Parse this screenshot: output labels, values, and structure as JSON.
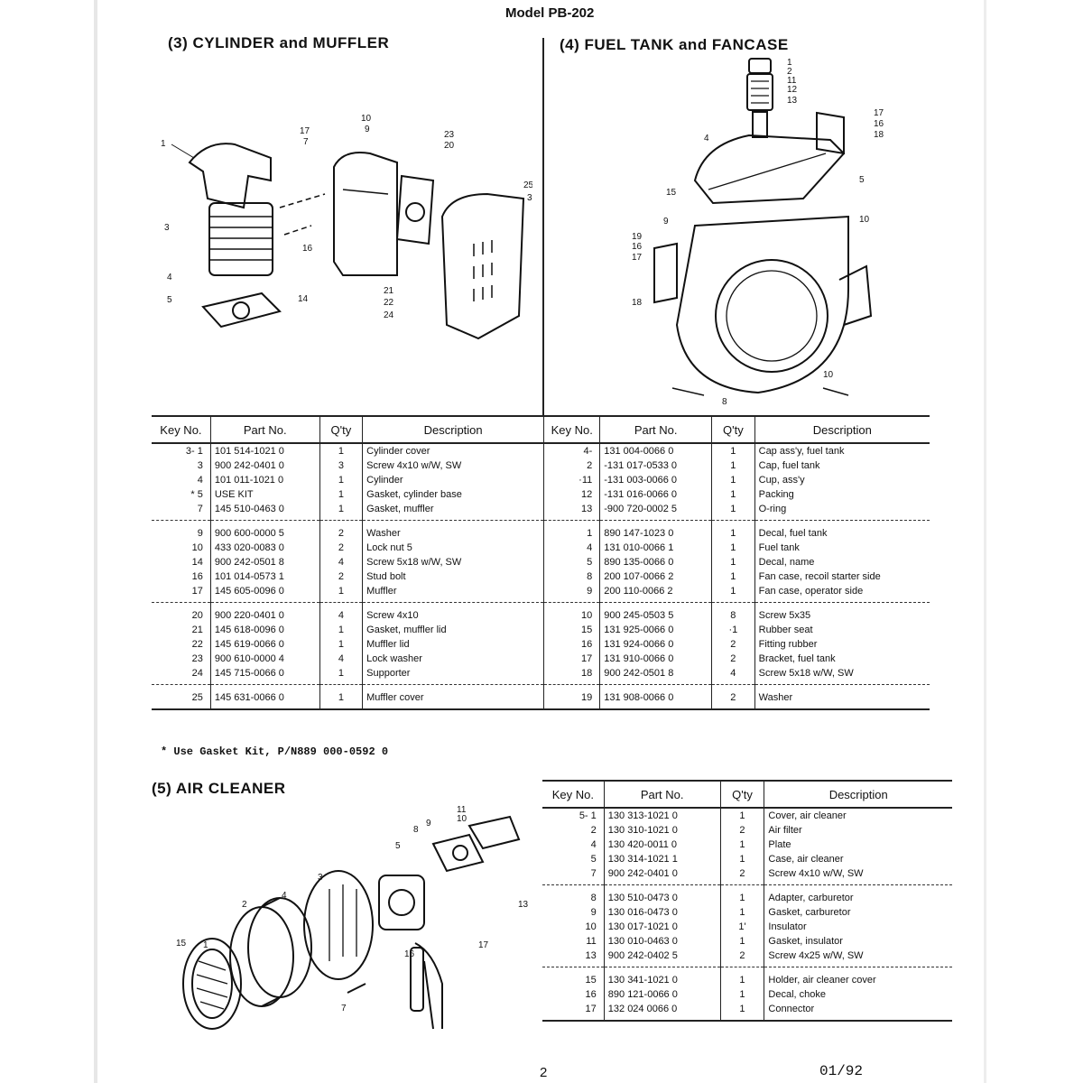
{
  "model": "Model PB-202",
  "sections": {
    "cyl": "(3)  CYLINDER and MUFFLER",
    "fuel": "(4)  FUEL TANK and FANCASE",
    "air": "(5)  AIR CLEANER"
  },
  "headers": {
    "key": "Key No.",
    "part": "Part No.",
    "qty": "Q'ty",
    "desc": "Description"
  },
  "table_left": [
    [
      {
        "key": "3- 1",
        "part": "101 514-1021 0",
        "qty": "1",
        "desc": "Cylinder cover"
      },
      {
        "key": "3",
        "part": "900 242-0401 0",
        "qty": "3",
        "desc": "Screw 4x10 w/W, SW"
      },
      {
        "key": "4",
        "part": "101 011-1021 0",
        "qty": "1",
        "desc": "Cylinder"
      },
      {
        "key": "* 5",
        "part": "USE KIT",
        "qty": "1",
        "desc": "Gasket, cylinder base"
      },
      {
        "key": "7",
        "part": "145 510-0463 0",
        "qty": "1",
        "desc": "Gasket, muffler"
      }
    ],
    [
      {
        "key": "9",
        "part": "900 600-0000 5",
        "qty": "2",
        "desc": "Washer"
      },
      {
        "key": "10",
        "part": "433 020-0083 0",
        "qty": "2",
        "desc": "Lock nut 5"
      },
      {
        "key": "14",
        "part": "900 242-0501 8",
        "qty": "4",
        "desc": "Screw 5x18 w/W, SW"
      },
      {
        "key": "16",
        "part": "101 014-0573 1",
        "qty": "2",
        "desc": "Stud bolt"
      },
      {
        "key": "17",
        "part": "145 605-0096 0",
        "qty": "1",
        "desc": "Muffler"
      }
    ],
    [
      {
        "key": "20",
        "part": "900 220-0401 0",
        "qty": "4",
        "desc": "Screw 4x10"
      },
      {
        "key": "21",
        "part": "145 618-0096 0",
        "qty": "1",
        "desc": "Gasket, muffler lid"
      },
      {
        "key": "22",
        "part": "145 619-0066 0",
        "qty": "1",
        "desc": "Muffler lid"
      },
      {
        "key": "23",
        "part": "900 610-0000 4",
        "qty": "4",
        "desc": "Lock washer"
      },
      {
        "key": "24",
        "part": "145 715-0066 0",
        "qty": "1",
        "desc": "Supporter"
      }
    ],
    [
      {
        "key": "25",
        "part": "145 631-0066 0",
        "qty": "1",
        "desc": "Muffler cover"
      }
    ]
  ],
  "table_right": [
    [
      {
        "key": "4-",
        "part": "131 004-0066 0",
        "qty": "1",
        "desc": "Cap ass'y, fuel tank"
      },
      {
        "key": "2",
        "part": "-131 017-0533 0",
        "qty": "1",
        "desc": "Cap, fuel tank"
      },
      {
        "key": "·11",
        "part": "-131 003-0066 0",
        "qty": "1",
        "desc": "Cup, ass'y"
      },
      {
        "key": "12",
        "part": "-131 016-0066 0",
        "qty": "1",
        "desc": "Packing"
      },
      {
        "key": "13",
        "part": "-900 720-0002 5",
        "qty": "1",
        "desc": "O-ring"
      }
    ],
    [
      {
        "key": "1",
        "part": "890 147-1023 0",
        "qty": "1",
        "desc": "Decal, fuel tank"
      },
      {
        "key": "4",
        "part": "131 010-0066 1",
        "qty": "1",
        "desc": "Fuel tank"
      },
      {
        "key": "5",
        "part": "890 135-0066 0",
        "qty": "1",
        "desc": "Decal, name"
      },
      {
        "key": "8",
        "part": "200 107-0066 2",
        "qty": "1",
        "desc": "Fan case, recoil starter side"
      },
      {
        "key": "9",
        "part": "200 110-0066 2",
        "qty": "1",
        "desc": "Fan case, operator side"
      }
    ],
    [
      {
        "key": "10",
        "part": "900 245-0503 5",
        "qty": "8",
        "desc": "Screw 5x35"
      },
      {
        "key": "15",
        "part": "131 925-0066 0",
        "qty": "·1",
        "desc": "Rubber seat"
      },
      {
        "key": "16",
        "part": "131 924-0066 0",
        "qty": "2",
        "desc": "Fitting rubber"
      },
      {
        "key": "17",
        "part": "131 910-0066 0",
        "qty": "2",
        "desc": "Bracket, fuel tank"
      },
      {
        "key": "18",
        "part": "900 242-0501 8",
        "qty": "4",
        "desc": "Screw 5x18 w/W, SW"
      }
    ],
    [
      {
        "key": "19",
        "part": "131 908-0066 0",
        "qty": "2",
        "desc": "Washer"
      }
    ]
  ],
  "table_air": [
    [
      {
        "key": "5- 1",
        "part": "130 313-1021 0",
        "qty": "1",
        "desc": "Cover, air cleaner"
      },
      {
        "key": "2",
        "part": "130 310-1021 0",
        "qty": "2",
        "desc": "Air filter"
      },
      {
        "key": "4",
        "part": "130 420-0011 0",
        "qty": "1",
        "desc": "Plate"
      },
      {
        "key": "5",
        "part": "130 314-1021 1",
        "qty": "1",
        "desc": "Case, air cleaner"
      },
      {
        "key": "7",
        "part": "900 242-0401 0",
        "qty": "2",
        "desc": "Screw 4x10 w/W, SW"
      }
    ],
    [
      {
        "key": "8",
        "part": "130 510-0473 0",
        "qty": "1",
        "desc": "Adapter, carburetor"
      },
      {
        "key": "9",
        "part": "130 016-0473 0",
        "qty": "1",
        "desc": "Gasket, carburetor"
      },
      {
        "key": "10",
        "part": "130 017-1021 0",
        "qty": "1'",
        "desc": "Insulator"
      },
      {
        "key": "11",
        "part": "130 010-0463 0",
        "qty": "1",
        "desc": "Gasket, insulator"
      },
      {
        "key": "13",
        "part": "900 242-0402 5",
        "qty": "2",
        "desc": "Screw 4x25 w/W, SW"
      }
    ],
    [
      {
        "key": "15",
        "part": "130 341-1021 0",
        "qty": "1",
        "desc": "Holder, air cleaner cover"
      },
      {
        "key": "16",
        "part": "890 121-0066 0",
        "qty": "1",
        "desc": "Decal, choke"
      },
      {
        "key": "17",
        "part": "132 024 0066 0",
        "qty": "1",
        "desc": "Connector"
      }
    ]
  ],
  "callouts_cyl": [
    "1",
    "3",
    "4",
    "5",
    "7",
    "9",
    "10",
    "14",
    "16",
    "17",
    "20",
    "21",
    "22",
    "23",
    "24",
    "25",
    "3"
  ],
  "callouts_fuel": [
    "1",
    "2",
    "11",
    "12",
    "13",
    "4",
    "5",
    "8",
    "9",
    "10",
    "15",
    "16",
    "17",
    "18",
    "19",
    "10",
    "17",
    "16",
    "18"
  ],
  "callouts_air": [
    "11",
    "10",
    "9",
    "8",
    "1",
    "2",
    "3",
    "4",
    "5",
    "7",
    "13",
    "15",
    "16",
    "17"
  ],
  "note": "* Use Gasket Kit, P/N889 000-0592 0",
  "page_number": "2",
  "date": "01/92"
}
